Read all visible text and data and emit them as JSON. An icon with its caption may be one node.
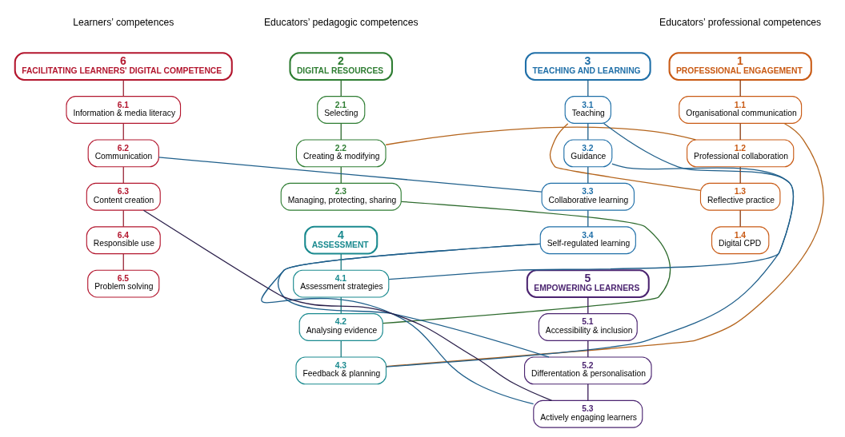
{
  "diagram": {
    "nodes": [
      {
        "text": [
          "1",
          "PROFESSIONAL ENGAGEMENT"
        ]
      },
      {
        "text": [
          "1.1",
          "Organisational communication"
        ]
      },
      {
        "text": [
          "1.2",
          "Professional collaboration"
        ]
      },
      {
        "text": [
          "1.3",
          "Reflective practice"
        ]
      },
      {
        "text": [
          "1.4",
          "Digital CPD"
        ]
      },
      {
        "text": [
          "2",
          "DIGITAL RESOURCES"
        ]
      },
      {
        "text": [
          "2.1",
          "Selecting"
        ]
      },
      {
        "text": [
          "2.2",
          "Creating & modifying"
        ]
      },
      {
        "text": [
          "2.3",
          "Managing, protecting, sharing"
        ]
      },
      {
        "text": [
          "3",
          "TEACHING AND LEARNING"
        ]
      },
      {
        "text": [
          "3.1",
          "Teaching"
        ]
      },
      {
        "text": [
          "3.2",
          "Guidance"
        ]
      },
      {
        "text": [
          "3.3",
          "Collaborative learning"
        ]
      },
      {
        "text": [
          "3.4",
          "Self-regulated learning"
        ]
      },
      {
        "text": [
          "4",
          "ASSESSMENT"
        ]
      },
      {
        "text": [
          "4.1",
          "Assessment strategies"
        ]
      },
      {
        "text": [
          "4.2",
          "Analysing evidence"
        ]
      },
      {
        "text": [
          "4.3",
          "Feedback & planning"
        ]
      },
      {
        "text": [
          "5",
          "EMPOWERING LEARNERS"
        ]
      },
      {
        "text": [
          "5.1",
          "Accessibility & inclusion"
        ]
      },
      {
        "text": [
          "5.2",
          "Differentation & personalisation"
        ]
      },
      {
        "text": [
          "5.3",
          "Actively engaging learners"
        ]
      },
      {
        "text": [
          "6",
          "FACILITATING LEARNERS' DIGITAL COMPETENCE"
        ]
      },
      {
        "text": [
          "6.1",
          "Information & media literacy"
        ]
      },
      {
        "text": [
          "6.2",
          "Communication"
        ]
      },
      {
        "text": [
          "6.3",
          "Content creation"
        ]
      },
      {
        "text": [
          "6.4",
          "Responsible use"
        ]
      },
      {
        "text": [
          "6.5",
          "Problem solving"
        ]
      }
    ],
    "edges": [
      {
        "from": 0,
        "to": 1,
        "arrow": "none",
        "color": "#8b3a0f"
      },
      {
        "from": 1,
        "to": 2,
        "arrow": "none",
        "color": "#8b3a0f"
      },
      {
        "from": 2,
        "to": 3,
        "arrow": "none",
        "color": "#8b3a0f"
      },
      {
        "from": 3,
        "to": 4,
        "arrow": "none",
        "color": "#8b3a0f"
      },
      {
        "from": 5,
        "to": 6,
        "arrow": "none",
        "color": "#2e6b2e"
      },
      {
        "from": 6,
        "to": 7,
        "arrow": "none",
        "color": "#2e6b2e"
      },
      {
        "from": 7,
        "to": 8,
        "arrow": "none",
        "color": "#2e6b2e"
      },
      {
        "from": 9,
        "to": 10,
        "arrow": "none",
        "color": "#1f5f8b"
      },
      {
        "from": 10,
        "to": 11,
        "arrow": "none",
        "color": "#1f5f8b"
      },
      {
        "from": 11,
        "to": 12,
        "arrow": "none",
        "color": "#1f5f8b"
      },
      {
        "from": 12,
        "to": 13,
        "arrow": "none",
        "color": "#1f5f8b"
      },
      {
        "from": 14,
        "to": 15,
        "arrow": "none",
        "color": "#1c7c80"
      },
      {
        "from": 15,
        "to": 16,
        "arrow": "none",
        "color": "#1c7c80"
      },
      {
        "from": 16,
        "to": 17,
        "arrow": "none",
        "color": "#1c7c80"
      },
      {
        "from": 18,
        "to": 19,
        "arrow": "none",
        "color": "#3b1c5a"
      },
      {
        "from": 19,
        "to": 20,
        "arrow": "none",
        "color": "#3b1c5a"
      },
      {
        "from": 20,
        "to": 21,
        "arrow": "none",
        "color": "#3b1c5a"
      },
      {
        "from": 22,
        "to": 23,
        "arrow": "none",
        "color": "#9b2a3a"
      },
      {
        "from": 23,
        "to": 24,
        "arrow": "none",
        "color": "#9b2a3a"
      },
      {
        "from": 24,
        "to": 25,
        "arrow": "none",
        "color": "#9b2a3a"
      },
      {
        "from": 25,
        "to": 26,
        "arrow": "none",
        "color": "#9b2a3a"
      },
      {
        "from": 26,
        "to": 27,
        "arrow": "none",
        "color": "#9b2a3a"
      },
      {
        "from": 1,
        "to": 17,
        "arrow": "none",
        "color": "#b5651d"
      },
      {
        "from": 2,
        "to": 7,
        "arrow": "none",
        "color": "#b5651d"
      },
      {
        "from": 3,
        "to": 10,
        "arrow": "none",
        "color": "#b5651d"
      },
      {
        "from": 8,
        "to": 16,
        "arrow": "none",
        "color": "#2e6b2e"
      },
      {
        "from": 15,
        "to": 10,
        "arrow": "none",
        "color": "#1f5f8b"
      },
      {
        "from": 17,
        "to": 11,
        "arrow": "none",
        "color": "#1f5f8b"
      },
      {
        "from": 12,
        "to": 24,
        "arrow": "none",
        "color": "#1f5f8b"
      },
      {
        "from": 13,
        "to": 20,
        "arrow": "none",
        "color": "#1f5f8b"
      },
      {
        "from": 13,
        "to": 21,
        "arrow": "none",
        "color": "#1f5f8b"
      },
      {
        "from": 21,
        "to": 25,
        "arrow": "none",
        "color": "#2a1f4a"
      }
    ],
    "labels": [
      "Educators’ professional competences",
      "Educators’ pedagogic competences",
      "Learners’ competences"
    ]
  }
}
